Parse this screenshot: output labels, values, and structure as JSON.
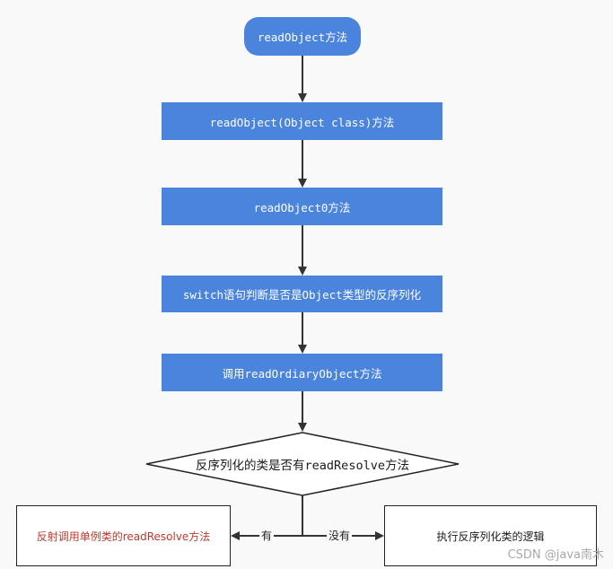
{
  "nodes": {
    "start": "readObject方法",
    "read_object_class": "readObject(Object class)方法",
    "read_object0": "readObject0方法",
    "switch_check": "switch语句判断是否是Object类型的反序列化",
    "call_read_ordinary": "调用readOrdiaryObject方法",
    "decision": "反序列化的类是否有readResolve方法",
    "yes_result": "反射调用单例类的readResolve方法",
    "no_result": "执行反序列化类的逻辑"
  },
  "edges": {
    "yes_label": "有",
    "no_label": "没有"
  },
  "colors": {
    "node_fill": "#4b84dc",
    "node_text": "#ffffff",
    "yes_result_text": "#c0392b",
    "no_result_text": "#1a1a1a",
    "line": "#333333"
  },
  "watermark": "CSDN @java南木"
}
